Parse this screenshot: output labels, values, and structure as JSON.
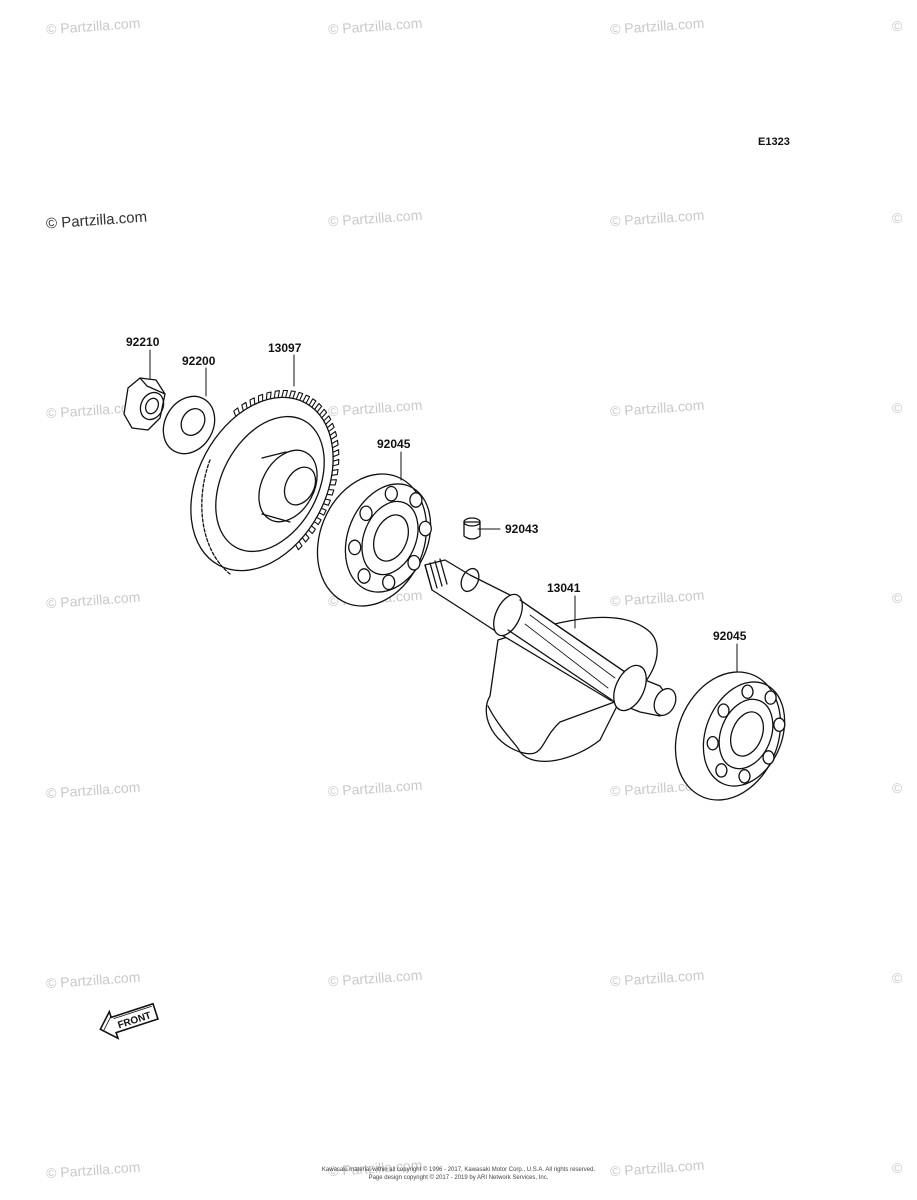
{
  "diagram_code": "E1323",
  "watermark": {
    "text": "Partzilla.com",
    "symbol": "©"
  },
  "front_arrow": {
    "label": "FRONT"
  },
  "parts": [
    {
      "number": "92210"
    },
    {
      "number": "92200"
    },
    {
      "number": "13097"
    },
    {
      "number": "92045"
    },
    {
      "number": "92043"
    },
    {
      "number": "13041"
    },
    {
      "number": "92045"
    }
  ],
  "copyright": {
    "line1": "Kawasaki material within all copyright © 1996 - 2017, Kawasaki Motor Corp., U.S.A. All rights reserved.",
    "line2": "Page design copyright © 2017 - 2019 by ARI Network Services, Inc."
  }
}
